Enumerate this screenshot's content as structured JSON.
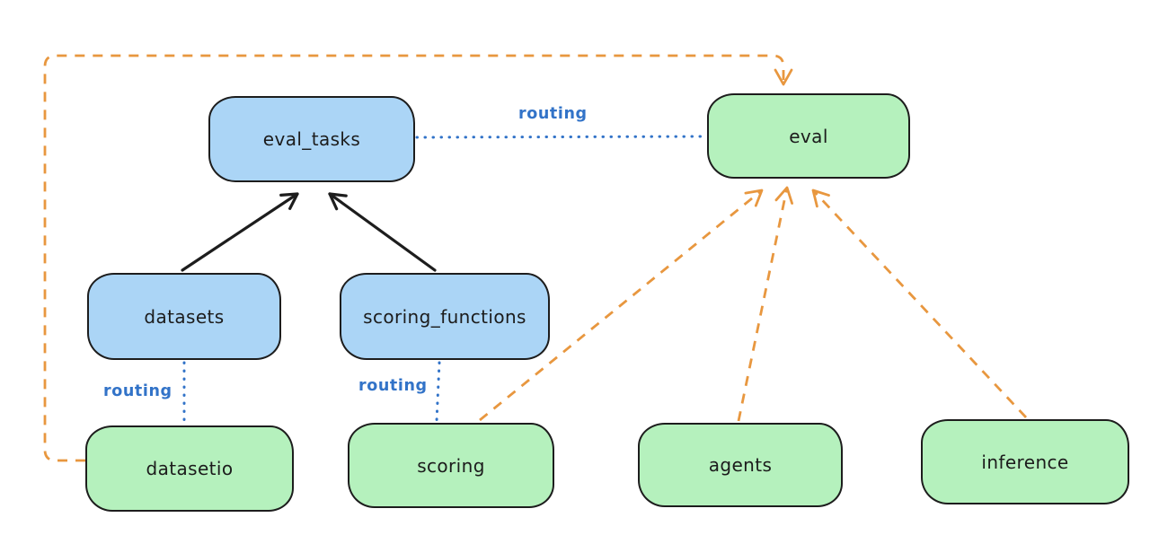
{
  "diagram": {
    "nodes": {
      "eval_tasks": {
        "label": "eval_tasks",
        "fill": "#abd5f6"
      },
      "eval": {
        "label": "eval",
        "fill": "#b5f1bd"
      },
      "datasets": {
        "label": "datasets",
        "fill": "#abd5f6"
      },
      "scoring_functions": {
        "label": "scoring_functions",
        "fill": "#abd5f6"
      },
      "datasetio": {
        "label": "datasetio",
        "fill": "#b5f1bd"
      },
      "scoring": {
        "label": "scoring",
        "fill": "#b5f1bd"
      },
      "agents": {
        "label": "agents",
        "fill": "#b5f1bd"
      },
      "inference": {
        "label": "inference",
        "fill": "#b5f1bd"
      }
    },
    "edges": [
      {
        "from": "datasets",
        "to": "eval_tasks",
        "style": "solid",
        "color": "#1d1d1d",
        "arrow": true
      },
      {
        "from": "scoring_functions",
        "to": "eval_tasks",
        "style": "solid",
        "color": "#1d1d1d",
        "arrow": true
      },
      {
        "from": "eval_tasks",
        "to": "eval",
        "style": "dotted",
        "color": "#3273c8",
        "label": "routing",
        "arrow": false
      },
      {
        "from": "datasets",
        "to": "datasetio",
        "style": "dotted",
        "color": "#3273c8",
        "label": "routing",
        "arrow": false
      },
      {
        "from": "scoring_functions",
        "to": "scoring",
        "style": "dotted",
        "color": "#3273c8",
        "label": "routing",
        "arrow": false
      },
      {
        "from": "datasetio",
        "to": "eval",
        "style": "dashed",
        "color": "#e8973f",
        "arrow": true,
        "route": "around-left-and-top"
      },
      {
        "from": "scoring",
        "to": "eval",
        "style": "dashed",
        "color": "#e8973f",
        "arrow": true
      },
      {
        "from": "agents",
        "to": "eval",
        "style": "dashed",
        "color": "#e8973f",
        "arrow": true
      },
      {
        "from": "inference",
        "to": "eval",
        "style": "dashed",
        "color": "#e8973f",
        "arrow": true
      }
    ],
    "colors": {
      "background": "#ffffff",
      "blue_node_fill": "#abd5f6",
      "green_node_fill": "#b5f1bd",
      "node_border": "#1d1d1d",
      "node_text": "#1c1c1c",
      "solid_arrow_black": "#1d1d1d",
      "dashed_arrow_orange": "#e8973f",
      "dotted_line_blue": "#3273c8",
      "routing_label_blue": "#3273c8"
    }
  }
}
